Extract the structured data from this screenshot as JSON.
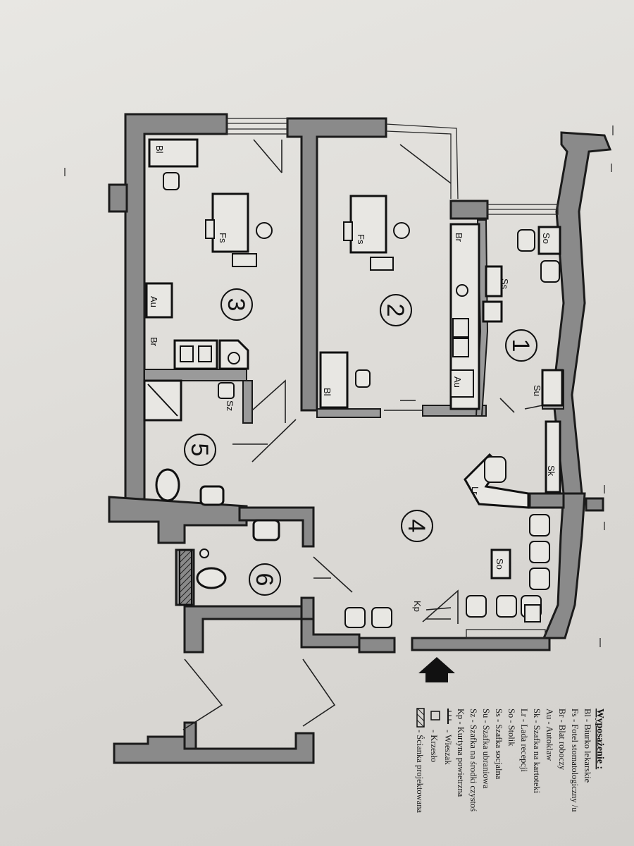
{
  "plan": {
    "rooms": [
      {
        "id": "r1",
        "number": "1"
      },
      {
        "id": "r2",
        "number": "2"
      },
      {
        "id": "r3",
        "number": "3"
      },
      {
        "id": "r4",
        "number": "4"
      },
      {
        "id": "r5",
        "number": "5"
      },
      {
        "id": "r6",
        "number": "6"
      }
    ],
    "labels": {
      "bl": "Bl",
      "fs": "Fs",
      "br": "Br",
      "au": "Au",
      "so": "So",
      "ss": "Ss",
      "su": "Su",
      "sk": "Sk",
      "lr": "Lr",
      "sz": "Sz",
      "kp": "Kp"
    }
  },
  "legend": {
    "title": "Wyposażenie :",
    "items": [
      {
        "code": "Bl",
        "text": "Bl  -  Biurko lekarskie"
      },
      {
        "code": "Fs",
        "text": "Fs  -  Fotel stomatologiczny /u"
      },
      {
        "code": "Br",
        "text": "Br  -  Blat roboczy"
      },
      {
        "code": "Au",
        "text": "Au  -  Autoklaw"
      },
      {
        "code": "Sk",
        "text": "Sk  -  Szafka na kartoteki"
      },
      {
        "code": "Lr",
        "text": "Lr  -  Lada recepcji"
      },
      {
        "code": "So",
        "text": "So  -  Stolik"
      },
      {
        "code": "Ss",
        "text": "Ss  -  Szafka socjalna"
      },
      {
        "code": "Su",
        "text": "Su  -  Szafka ubraniowa"
      },
      {
        "code": "Sz",
        "text": "Sz  -  Szafka na środki czystoś"
      },
      {
        "code": "Kp",
        "text": "Kp  -  Kurtyna powietrzna"
      },
      {
        "code": "wieszak",
        "text": "-  Wieszak"
      },
      {
        "code": "krzeslo",
        "text": "-  Krzesło"
      },
      {
        "code": "scianka",
        "text": "-  Ścianka projektowana"
      }
    ]
  }
}
